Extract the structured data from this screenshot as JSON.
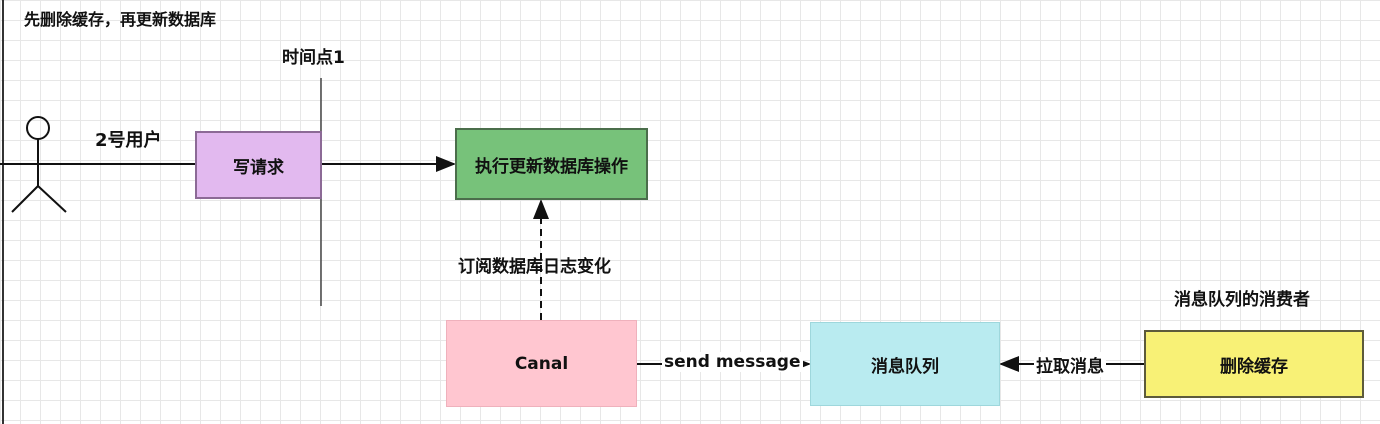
{
  "title": "先删除缓存，再更新数据库",
  "time_point_label": "时间点1",
  "user": {
    "label": "2号用户",
    "icon": "stick-figure"
  },
  "nodes": {
    "write_request": "写请求",
    "execute_update": "执行更新数据库操作",
    "canal": "Canal",
    "message_queue": "消息队列",
    "delete_cache": "删除缓存"
  },
  "edges": {
    "subscribe": "订阅数据库日志变化",
    "send_message": "send message",
    "pull_message": "拉取消息"
  },
  "consumer_label": "消息队列的消费者",
  "colors": {
    "write_request": "#e2b9ef",
    "execute_update": "#77c27a",
    "canal": "#ffc6d0",
    "message_queue": "#b9ebf0",
    "delete_cache": "#f8f176"
  }
}
